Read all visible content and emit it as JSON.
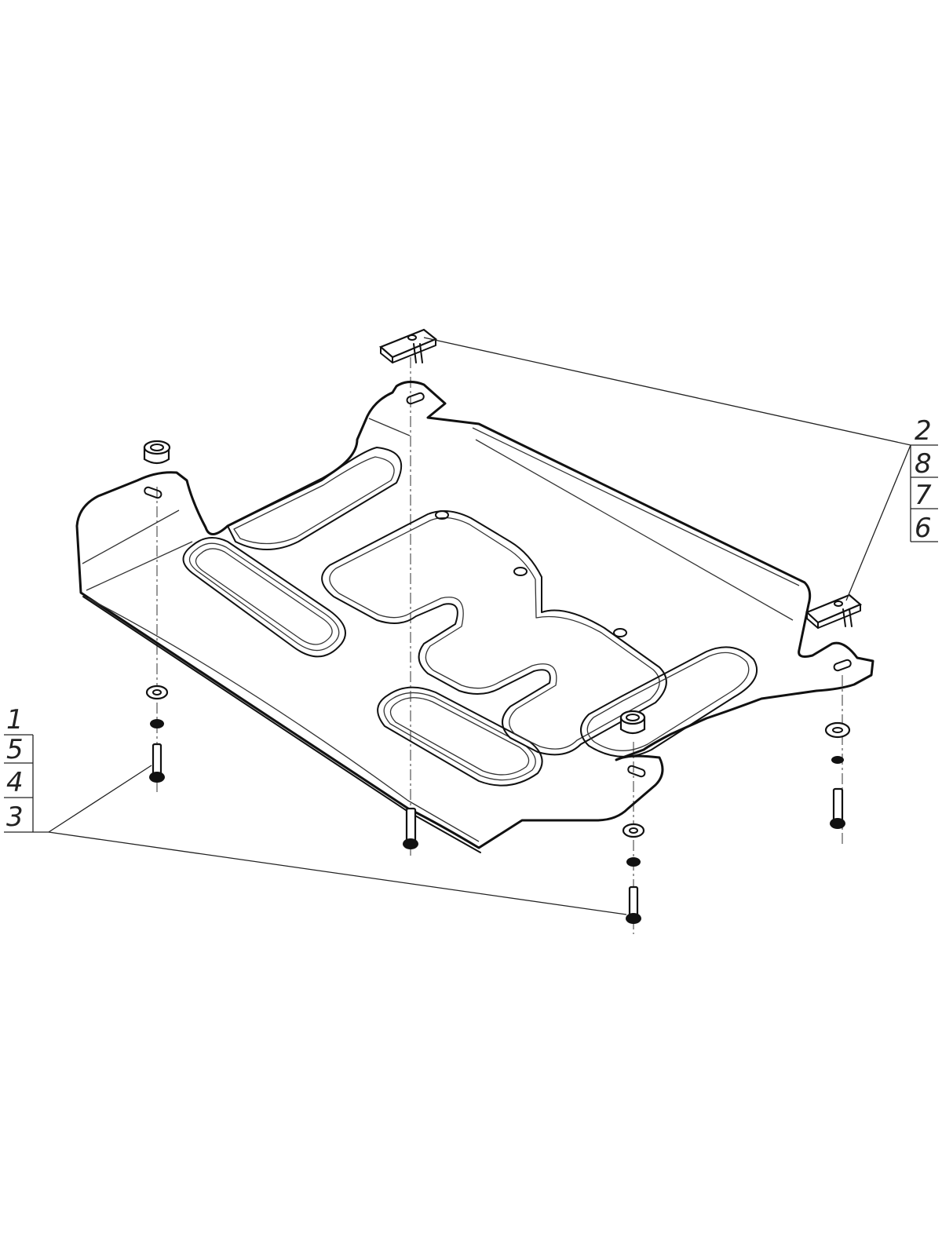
{
  "callouts": {
    "left": [
      "1",
      "5",
      "4",
      "3"
    ],
    "right": [
      "2",
      "8",
      "7",
      "6"
    ]
  }
}
